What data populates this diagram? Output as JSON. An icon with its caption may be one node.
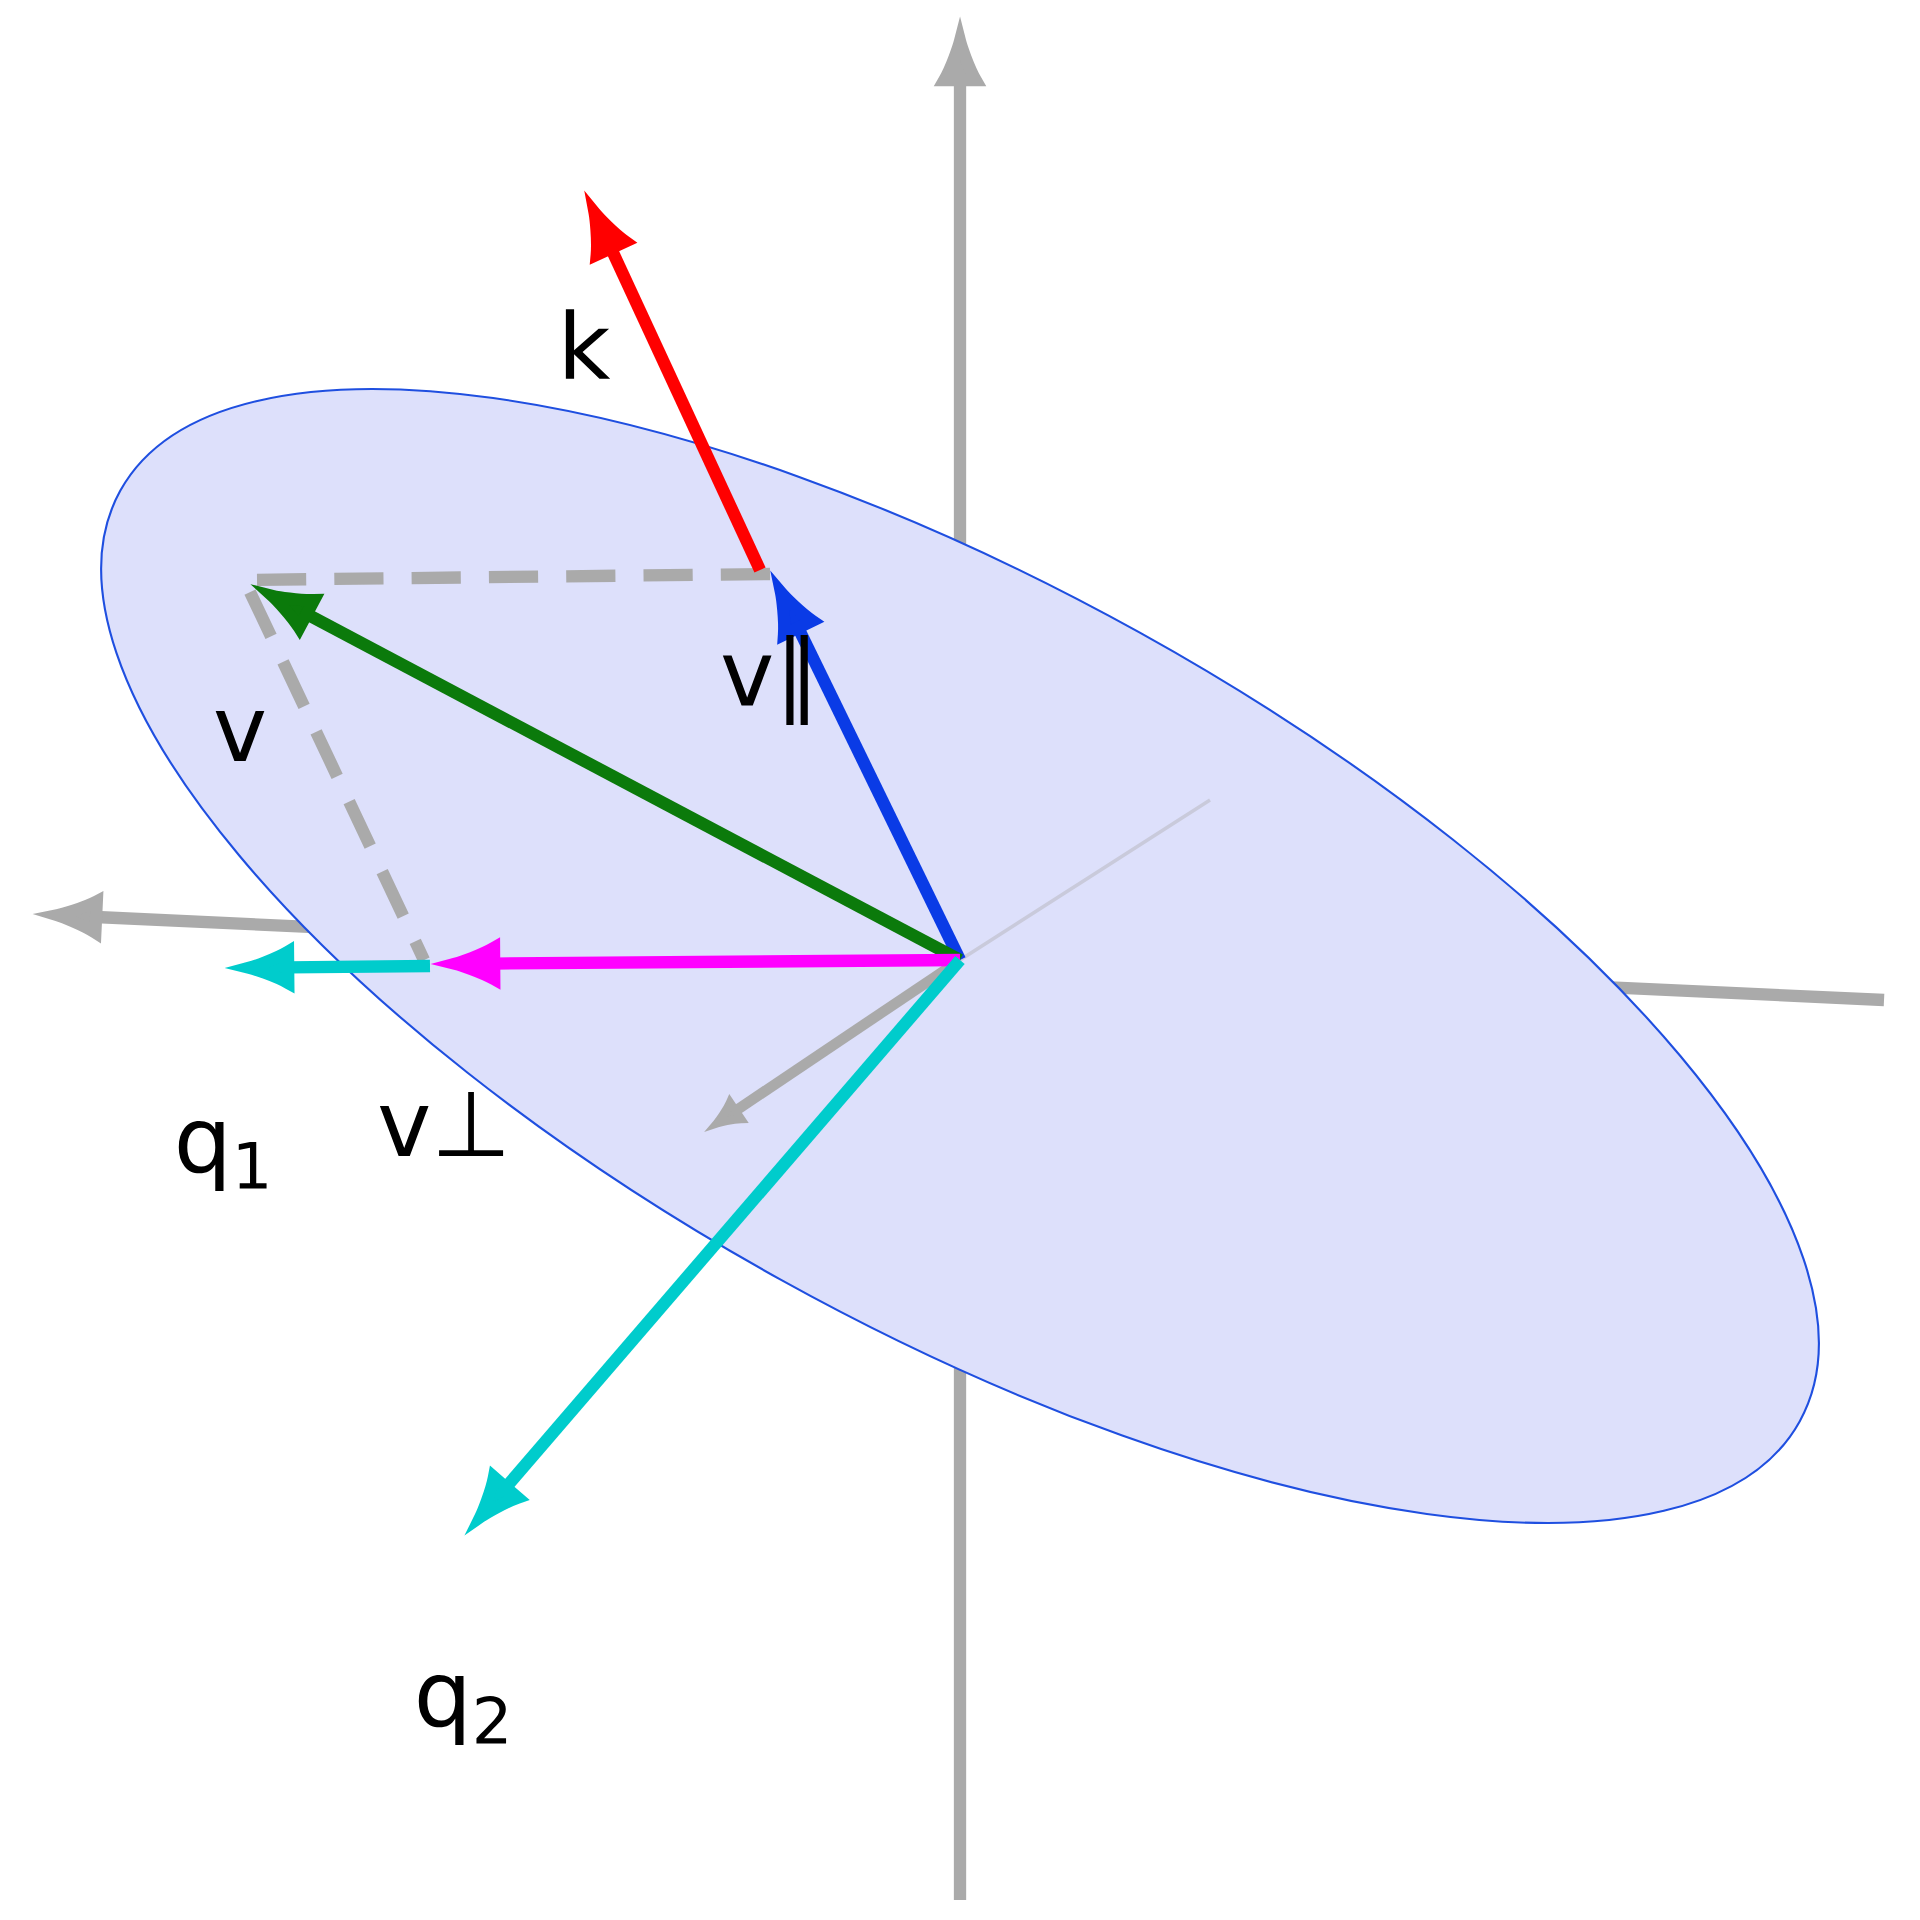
{
  "diagram": {
    "labels": [
      "k",
      "v",
      "v∥",
      "v⊥",
      "q$_{1}$",
      "q$_{2}$"
    ]
  }
}
